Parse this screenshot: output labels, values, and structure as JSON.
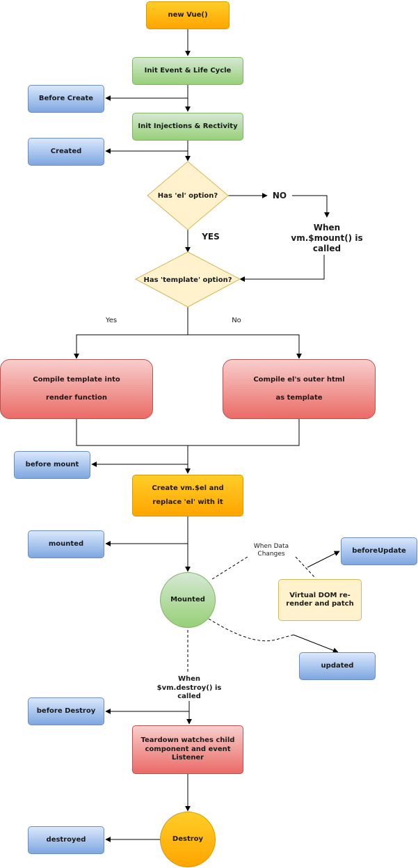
{
  "nodes": {
    "new_vue": "new Vue()",
    "init_event": "Init Event & Life Cycle",
    "before_create": "Before Create",
    "init_injections": "Init Injections & Rectivity",
    "created": "Created",
    "has_el": "Has 'el' option?",
    "when_mount": "When vm.$mount() is called",
    "has_template": "Has 'template' option?",
    "compile_template_1": "Compile template into",
    "compile_template_2": "render function",
    "compile_el_1": "Compile el's  outer html",
    "compile_el_2": "as template",
    "before_mount": "before mount",
    "create_el_1": "Create vm.$el and",
    "create_el_2": "replace 'el' with it",
    "mounted": "mounted",
    "mounted_circle": "Mounted",
    "before_update": "beforeUpdate",
    "virtual_dom": "Virtual DOM re-render and patch",
    "updated": "updated",
    "when_destroy": "When $vm.destroy() is called",
    "before_destroy": "before Destroy",
    "teardown": "Teardown watches child component and event Listener",
    "destroyed": "destroyed",
    "destroy_circle": "Destroy"
  },
  "edge_labels": {
    "no_upper": "NO",
    "yes_upper": "YES",
    "yes": "Yes",
    "no": "No",
    "when_data_changes": "When Data Changes"
  }
}
